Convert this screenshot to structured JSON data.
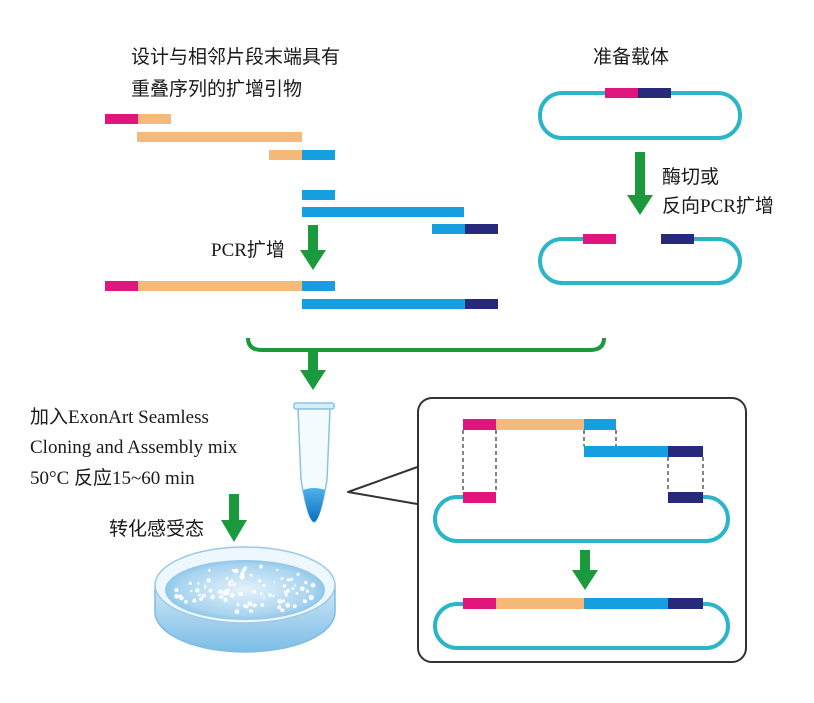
{
  "title": {
    "line1": "设计与相邻片段末端具有",
    "line2": "重叠序列的扩增引物"
  },
  "vector_title": "准备载体",
  "pcr_label": "PCR扩增",
  "vector_step": {
    "line1": "酶切或",
    "line2": "反向PCR扩增"
  },
  "reaction": {
    "line1": "加入ExonArt Seamless",
    "line2": "Cloning and Assembly mix",
    "line3": "50°C 反应15~60 min"
  },
  "transform_label": "转化感受态",
  "colors": {
    "overlap_left": "#e0157e",
    "insert_a": "#f5b97a",
    "insert_b": "#159ee0",
    "overlap_right": "#27297a",
    "vector": "#2bb5c8",
    "arrow": "#1a9a3c"
  }
}
